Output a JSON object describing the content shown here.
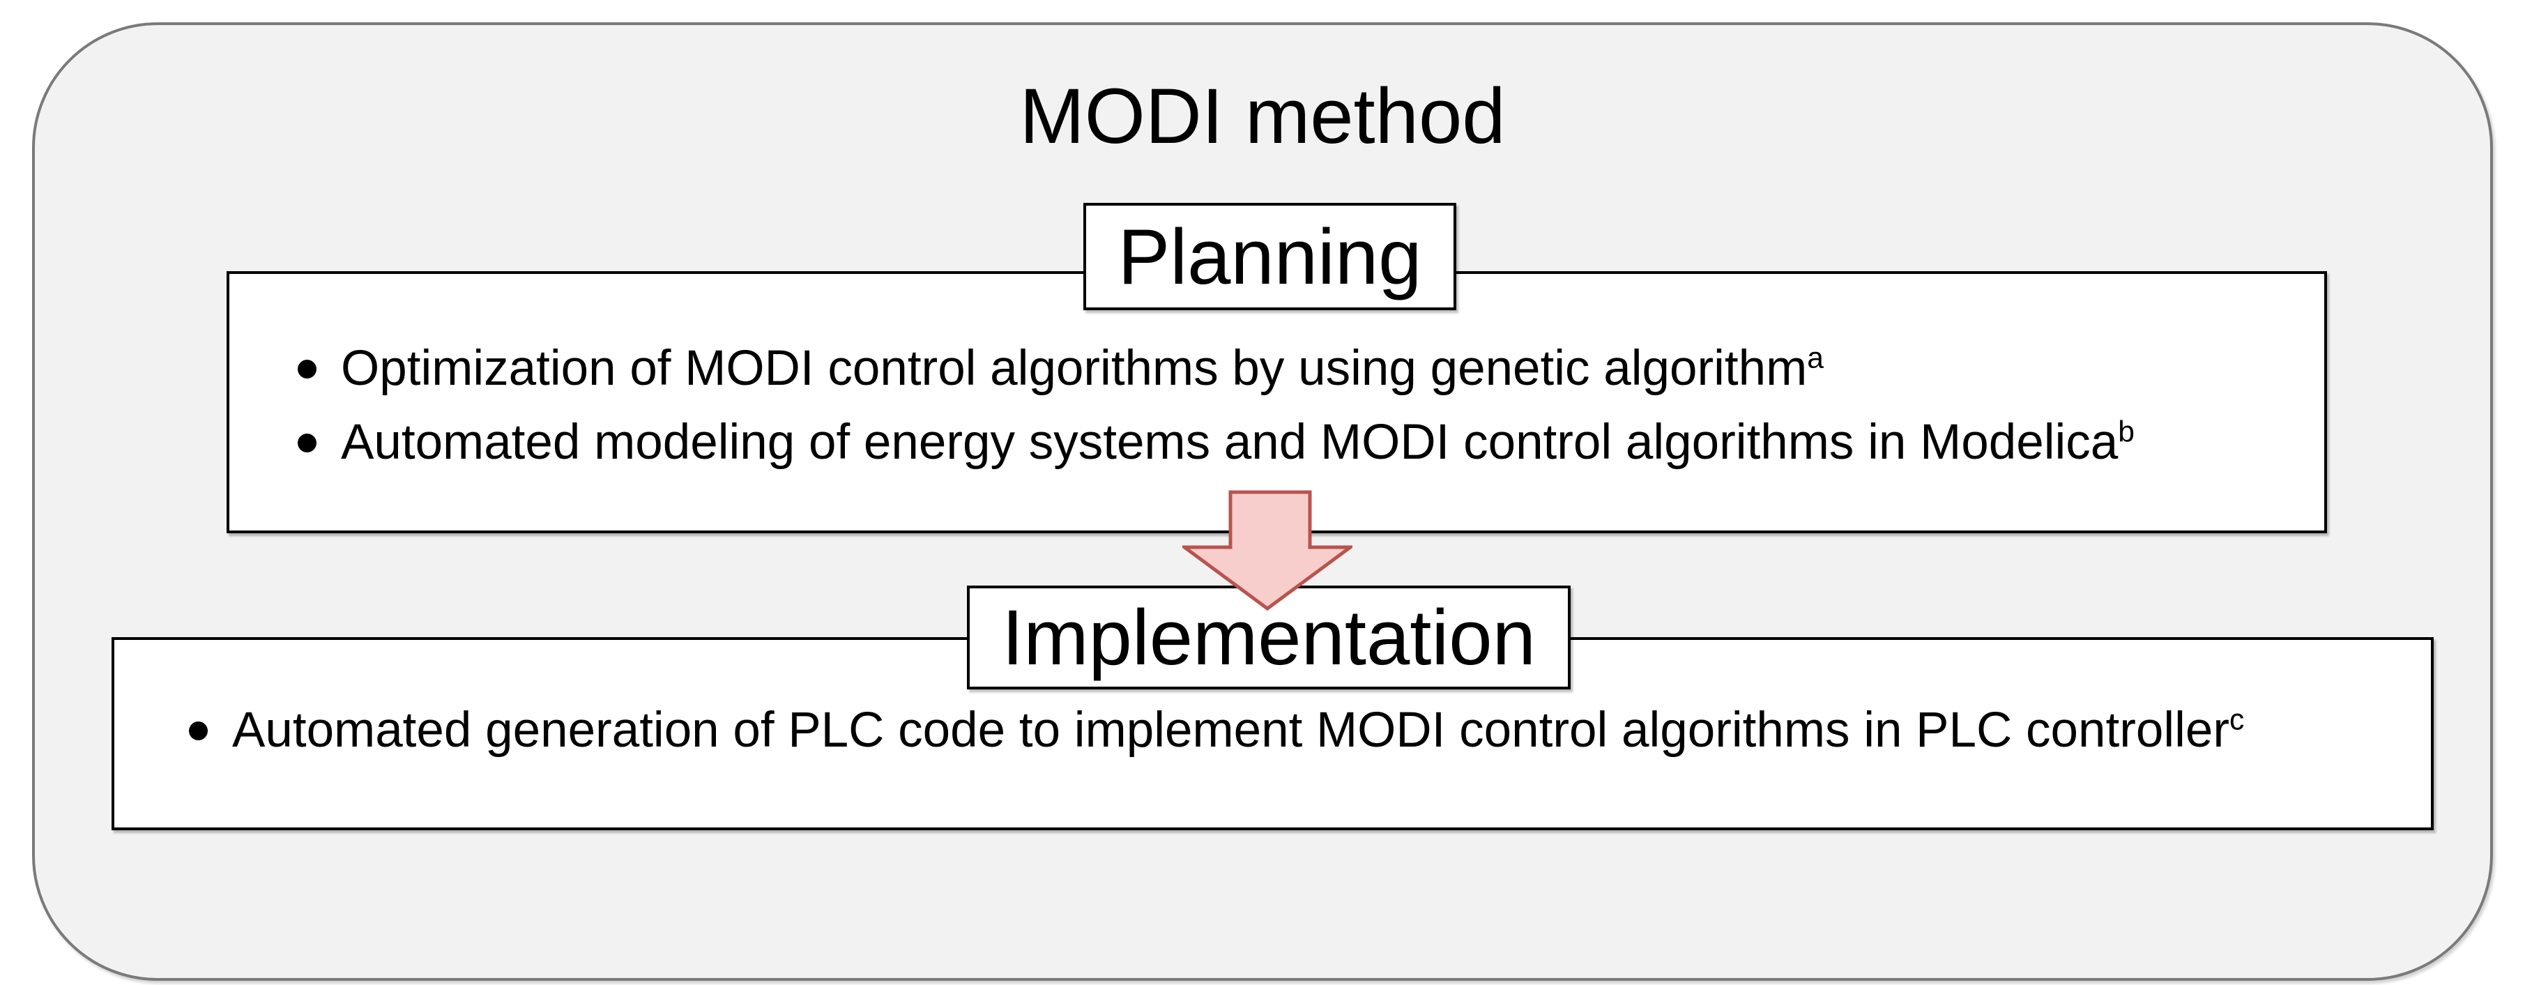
{
  "title": "MODI method",
  "planning": {
    "header_label": "Planning",
    "bullets": [
      {
        "text": "Optimization of MODI control algorithms by using genetic algorithm",
        "sup": "a"
      },
      {
        "text": "Automated modeling of energy systems and MODI control algorithms in Modelica",
        "sup": "b"
      }
    ]
  },
  "arrow": {
    "direction": "down",
    "from": "Planning",
    "to": "Implementation"
  },
  "implementation": {
    "header_label": "Implementation",
    "bullets": [
      {
        "text": "Automated generation of PLC code to implement MODI control algorithms in PLC controller",
        "sup": "c"
      }
    ]
  },
  "colors": {
    "canvas_bg": "#ffffff",
    "panel_bg": "#f2f2f2",
    "panel_border": "#7a7a7a",
    "box_bg": "#ffffff",
    "box_border": "#000000",
    "arrow_fill": "#f8cecc",
    "arrow_stroke": "#b85450",
    "text": "#000000"
  }
}
